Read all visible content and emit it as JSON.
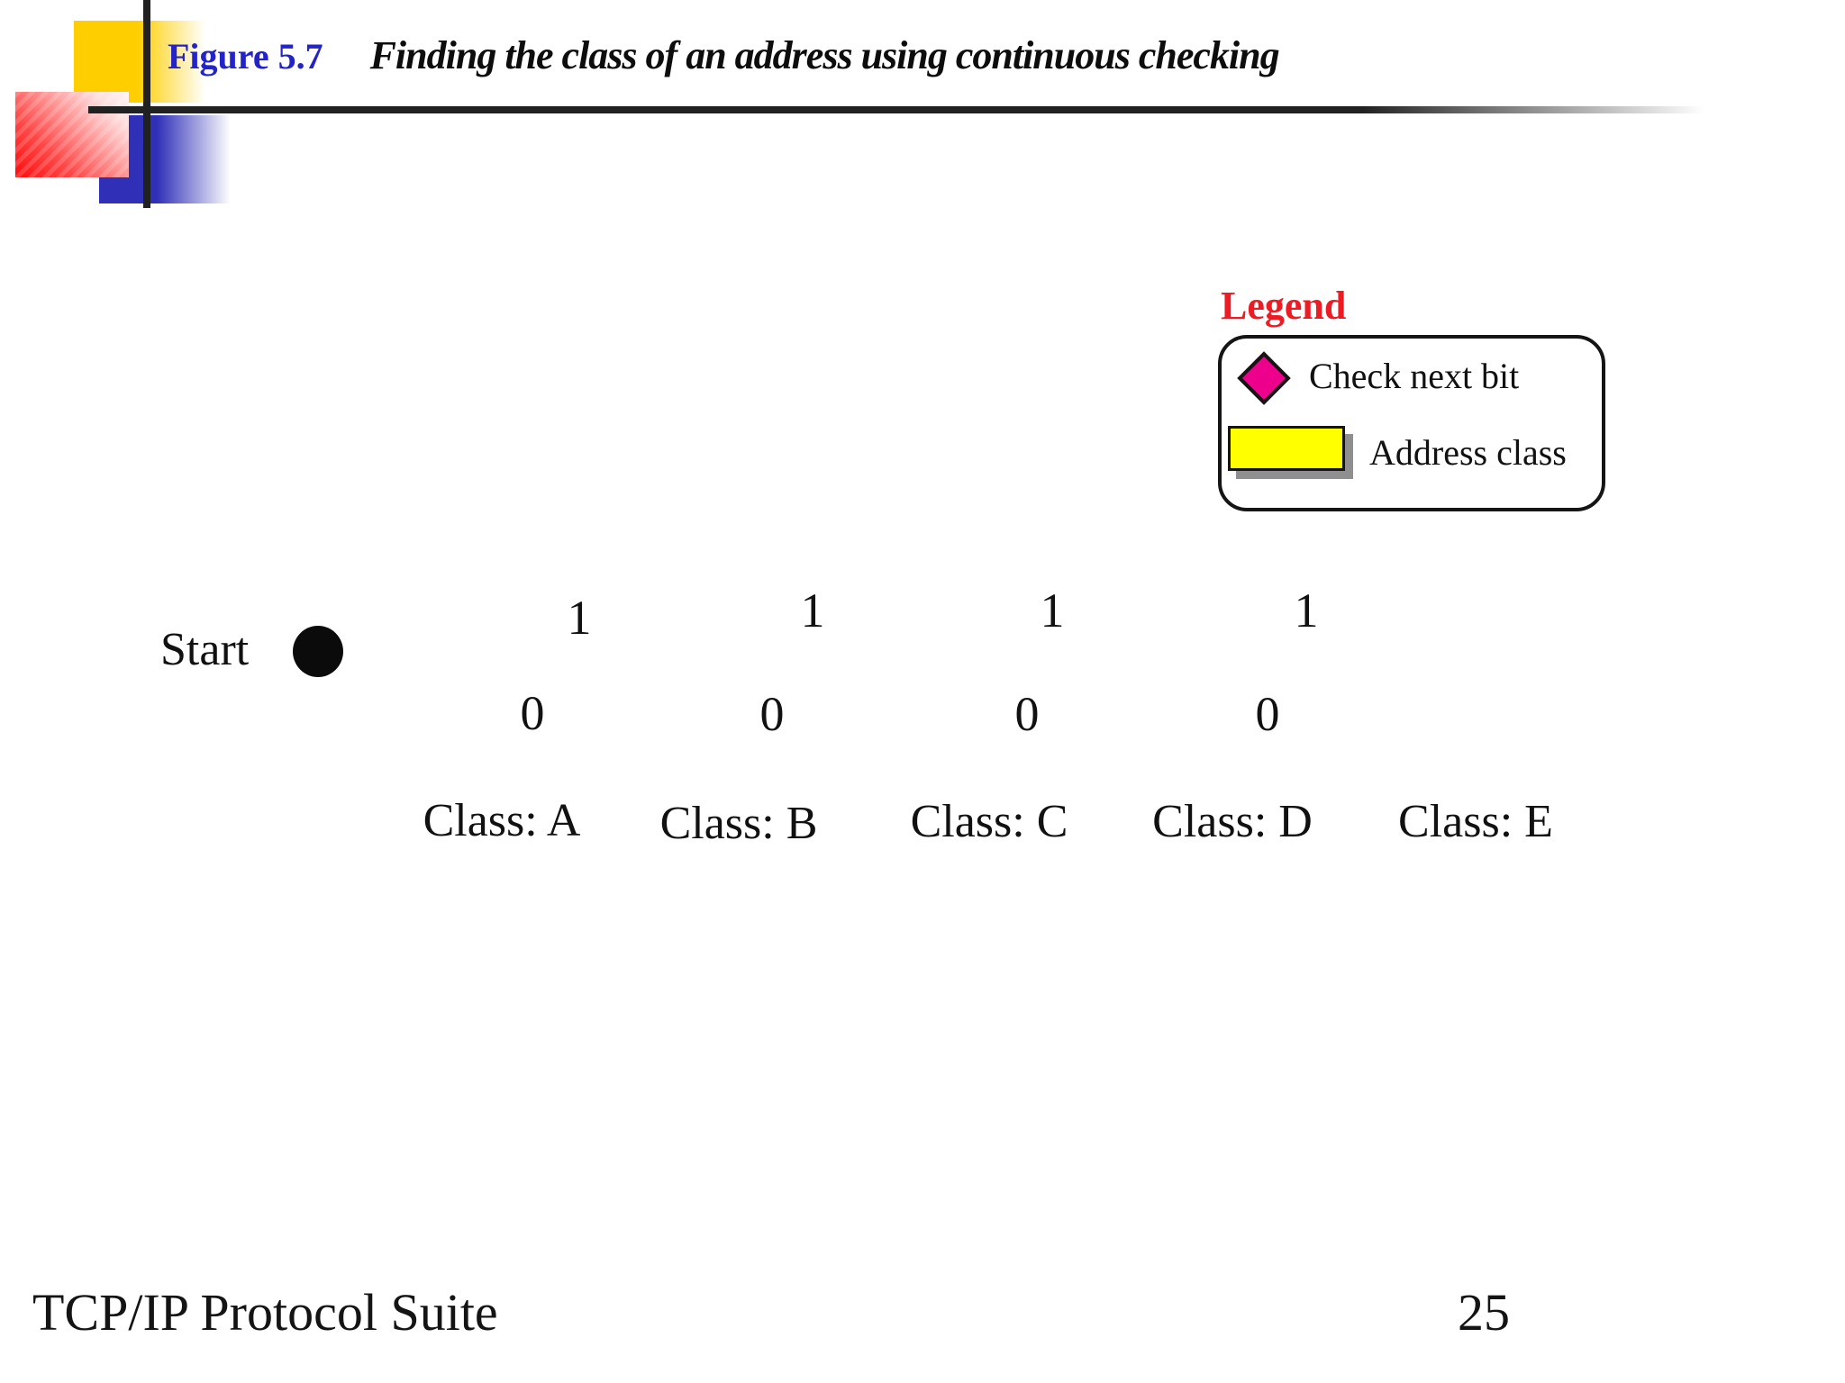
{
  "header": {
    "figure_label": "Figure 5.7",
    "figure_title": "Finding the class of an address using continuous checking"
  },
  "legend": {
    "title": "Legend",
    "items": [
      {
        "symbol": "check-next-bit-diamond",
        "label": "Check next bit"
      },
      {
        "symbol": "address-class-rectangle",
        "label": "Address class"
      }
    ]
  },
  "diagram": {
    "start_label": "Start",
    "bit_ones": [
      "1",
      "1",
      "1",
      "1"
    ],
    "bit_zeros": [
      "0",
      "0",
      "0",
      "0"
    ],
    "class_labels": [
      "Class: A",
      "Class: B",
      "Class: C",
      "Class: D",
      "Class: E"
    ]
  },
  "footer": {
    "book_title": "TCP/IP Protocol Suite",
    "page_number": "25"
  },
  "colors": {
    "figure_label_blue": "#2323c8",
    "legend_title_red": "#ed1c24",
    "diamond_magenta": "#ec008c",
    "address_class_yellow": "#ffff00",
    "decor_yellow": "#ffce00",
    "decor_blue": "#2f2fb8",
    "decor_red": "#ff0b0b",
    "line_black": "#212121",
    "shadow_gray": "#8f8f8f"
  }
}
